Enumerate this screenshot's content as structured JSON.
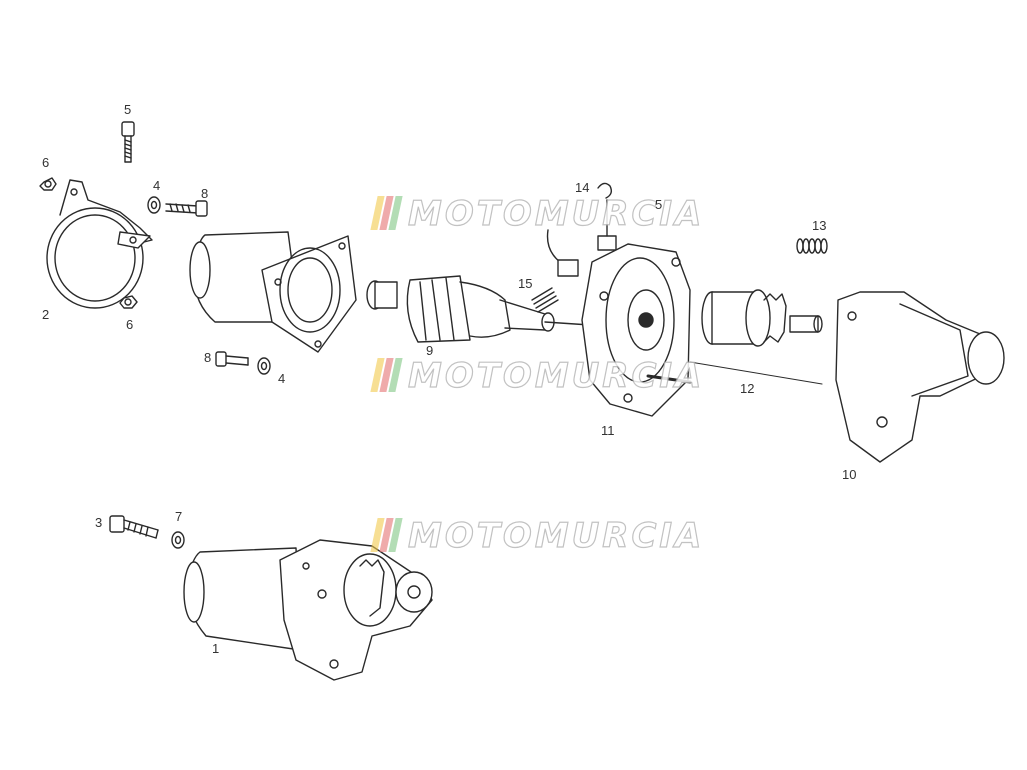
{
  "watermark": {
    "text": "MOTOMURCIA",
    "colors": [
      "#f2c94c",
      "#e57373",
      "#81c784"
    ]
  },
  "callouts": [
    "5",
    "6",
    "4",
    "8",
    "2",
    "6",
    "8",
    "4",
    "9",
    "14",
    "5",
    "15",
    "11",
    "12",
    "13",
    "10",
    "3",
    "7",
    "1"
  ],
  "line_color": "#2a2a2a"
}
